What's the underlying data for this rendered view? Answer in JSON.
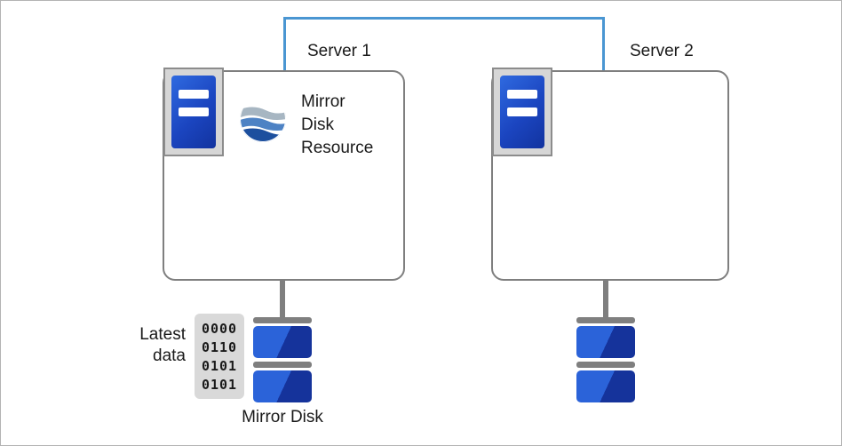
{
  "diagram": {
    "title_context": "mirror disk cluster diagram",
    "network_link": {
      "color": "#4a96d2"
    },
    "server1": {
      "label": "Server 1",
      "resource": {
        "lines": [
          "Mirror",
          "Disk",
          "Resource"
        ]
      }
    },
    "server2": {
      "label": "Server 2"
    },
    "latest_data": {
      "lines": [
        "Latest",
        "data"
      ]
    },
    "binary": [
      "0000",
      "0110",
      "0101",
      "0101"
    ],
    "mirror_disk_label": "Mirror Disk",
    "colors": {
      "connector_blue": "#4a96d2",
      "box_border": "#7f7f7f",
      "server_icon_blue": "#1b45c0",
      "disk_blue_light": "#2b63d9",
      "disk_blue_dark": "#15339b",
      "gray_bar": "#7f7f7f",
      "binary_bg": "#d9d9d9"
    }
  }
}
